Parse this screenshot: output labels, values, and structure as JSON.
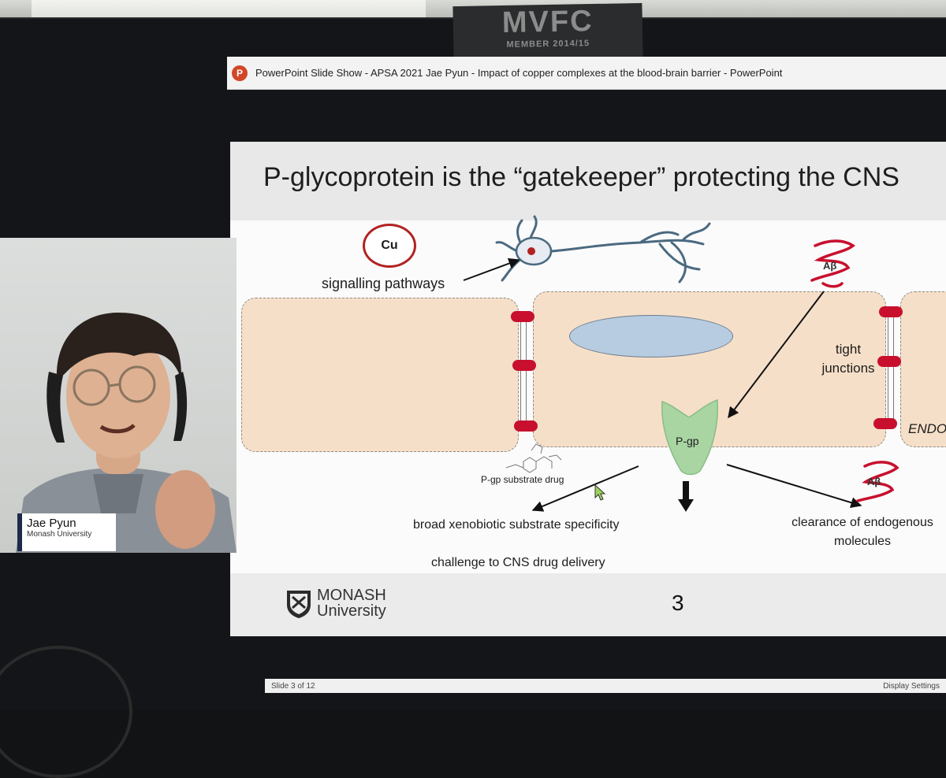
{
  "window": {
    "app_icon": "powerpoint-icon",
    "title": "PowerPoint Slide Show  -  APSA 2021 Jae Pyun - Impact of copper complexes at the blood-brain barrier - PowerPoint"
  },
  "sticker": {
    "line1": "MVFC",
    "line2": "MEMBER 2014/15"
  },
  "slide": {
    "title": "P-glycoprotein is the “gatekeeper” protecting the CNS",
    "cu_label": "Cu",
    "signalling_label": "signalling pathways",
    "abeta_label": "Aβ",
    "tight_junctions": "tight junctions",
    "endo_label": "ENDO",
    "pgp_label": "P-gp",
    "substrate_label": "P-gp substrate drug",
    "broad_label": "broad xenobiotic substrate specificity",
    "challenge_label": "challenge to CNS drug delivery",
    "clearance_label": "clearance of endogenous molecules",
    "university_line1": "MONASH",
    "university_line2": "University",
    "slide_number": "3"
  },
  "speaker": {
    "name": "Jae Pyun",
    "affiliation": "Monash University"
  },
  "statusbar": {
    "slide_counter": "Slide 3 of 12",
    "display_settings": "Display Settings"
  },
  "colors": {
    "tight_junction": "#c8102e",
    "pgp": "#a8d5a2",
    "nucleus": "#b7cce0",
    "cell": "#f6dfc8",
    "cu_circle": "#b22222"
  }
}
